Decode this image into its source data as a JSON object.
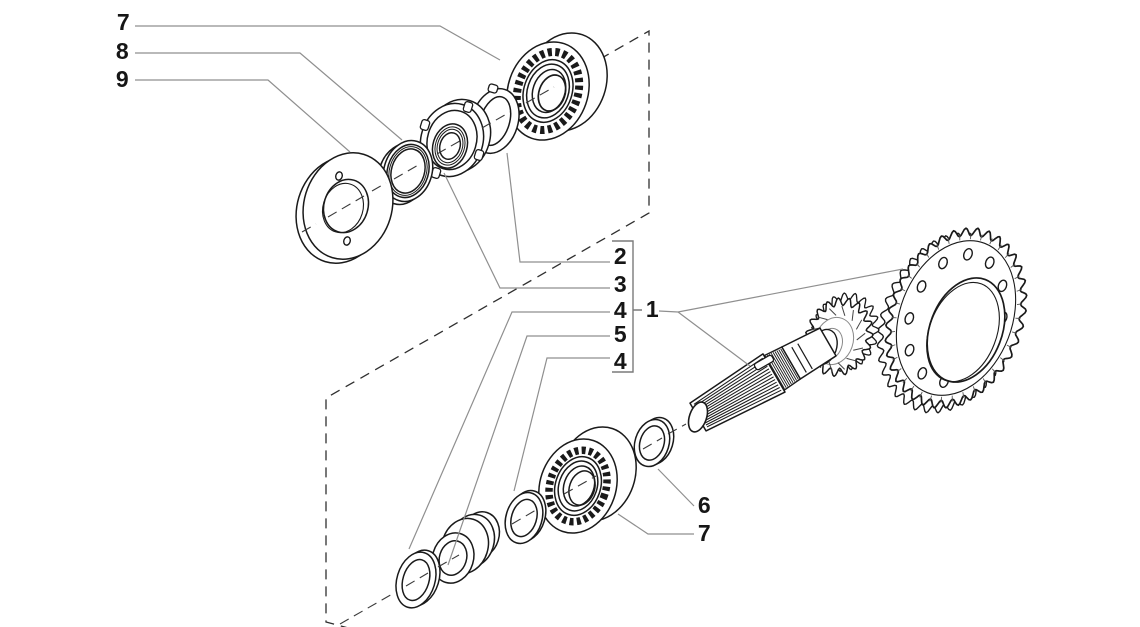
{
  "diagram": {
    "colors": {
      "background": "#ffffff",
      "line": "#1a1a1a",
      "leader": "#8f8f8f",
      "dash": "#2f2f2f",
      "detail_gray": "#8a8a8a"
    },
    "callouts": [
      {
        "id": "7-top",
        "label": "7"
      },
      {
        "id": "8",
        "label": "8"
      },
      {
        "id": "9",
        "label": "9"
      },
      {
        "id": "2",
        "label": "2"
      },
      {
        "id": "3",
        "label": "3"
      },
      {
        "id": "4-upper",
        "label": "4"
      },
      {
        "id": "5",
        "label": "5"
      },
      {
        "id": "4-lower",
        "label": "4"
      },
      {
        "id": "1",
        "label": "1"
      },
      {
        "id": "6",
        "label": "6"
      },
      {
        "id": "7-bottom",
        "label": "7"
      }
    ]
  }
}
